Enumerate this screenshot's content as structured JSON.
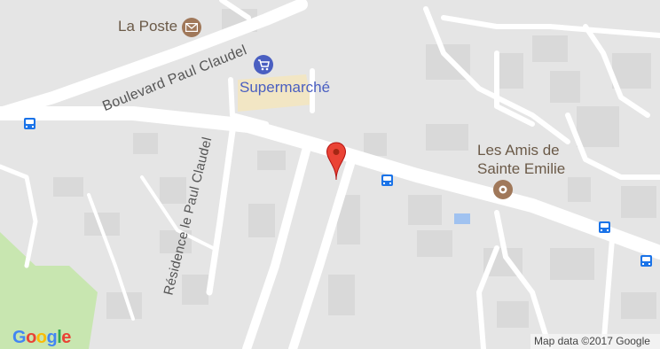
{
  "pois": {
    "post": {
      "label": "La Poste",
      "icon": "mail-icon",
      "color": "#a0785a"
    },
    "supermarket": {
      "label": "Supermarché",
      "icon": "cart-icon",
      "color": "#4a5fc1"
    },
    "club": {
      "line1": "Les Amis de",
      "line2": "Sainte Emilie",
      "icon": "circle-dot-icon",
      "color": "#a0785a"
    }
  },
  "streets": {
    "boulevard": "Boulevard Paul Claudel",
    "residence": "Résidence le Paul Claudel"
  },
  "marker": {
    "icon": "map-pin-icon",
    "color": "#ea4335"
  },
  "bus_stop_icon": "bus-stop-icon",
  "attribution": {
    "logo": "Google",
    "copyright": "Map data ©2017 Google"
  },
  "colors": {
    "land": "#e5e5e5",
    "road": "#ffffff",
    "building": "#d9d9d9",
    "park": "#c8e6b0",
    "commercial": "#f2e6c4",
    "water": "#a0c2f0"
  }
}
